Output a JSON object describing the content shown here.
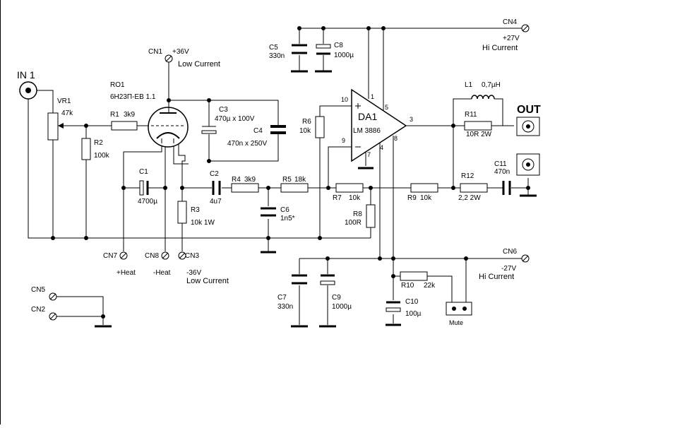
{
  "labels": {
    "in1": "IN 1",
    "out": "OUT",
    "vr1": "VR1",
    "vr1_val": "47k",
    "ro1": "RO1",
    "ro1_val": "6Н23П-ЕВ 1.1",
    "r1": "R1",
    "r1_val": "3k9",
    "r2": "R2",
    "r2_val": "100k",
    "c1": "C1",
    "c1_val": "4700µ",
    "c2": "C2",
    "c2_val": "4u7",
    "r3": "R3",
    "r3_val": "10k 1W",
    "r4": "R4",
    "r4_val": "3k9",
    "r5": "R5",
    "r5_val": "18k",
    "c6": "C6",
    "c6_val": "1n5*",
    "c3": "C3",
    "c3_val": "470µ x 100V",
    "c4": "C4",
    "c4_val": "470n x 250V",
    "c5": "C5",
    "c5_val": "330n",
    "c8": "C8",
    "c8_val": "1000µ",
    "cn1": "CN1",
    "cn1_v": "+36V",
    "cn1_sub": "Low Current",
    "cn4": "CN4",
    "cn4_v": "+27V",
    "cn4_sub": "Hi Current",
    "cn6": "CN6",
    "cn6_v": "-27V",
    "cn6_sub": "Hi Current",
    "cn3": "CN3",
    "cn3_v": "-36V",
    "cn3_sub": "Low Current",
    "cn7": "CN7",
    "cn7_v": "+Heat",
    "cn8": "CN8",
    "cn8_v": "-Heat",
    "cn5": "CN5",
    "cn2": "CN2",
    "r6": "R6",
    "r6_val": "10k",
    "da1": "DA1",
    "da1_val": "LM 3886",
    "pin10": "10",
    "pin1": "1",
    "pin5": "5",
    "pin3": "3",
    "pin9": "9",
    "pin7": "7",
    "pin4": "4",
    "pin8": "8",
    "l1": "L1",
    "l1_val": "0,7µH",
    "r11": "R11",
    "r11_val": "10R 2W",
    "c11": "C11",
    "c11_val": "470n",
    "r12": "R12",
    "r12_val": "2,2 2W",
    "r7": "R7",
    "r7_val": "10k",
    "r9": "R9",
    "r9_val": "10k",
    "r8": "R8",
    "r8_val": "100R",
    "c7": "C7",
    "c7_val": "330n",
    "c9": "C9",
    "c9_val": "1000µ",
    "r10": "R10",
    "r10_val": "22k",
    "c10": "C10",
    "c10_val": "100µ",
    "mute": "Mute"
  }
}
